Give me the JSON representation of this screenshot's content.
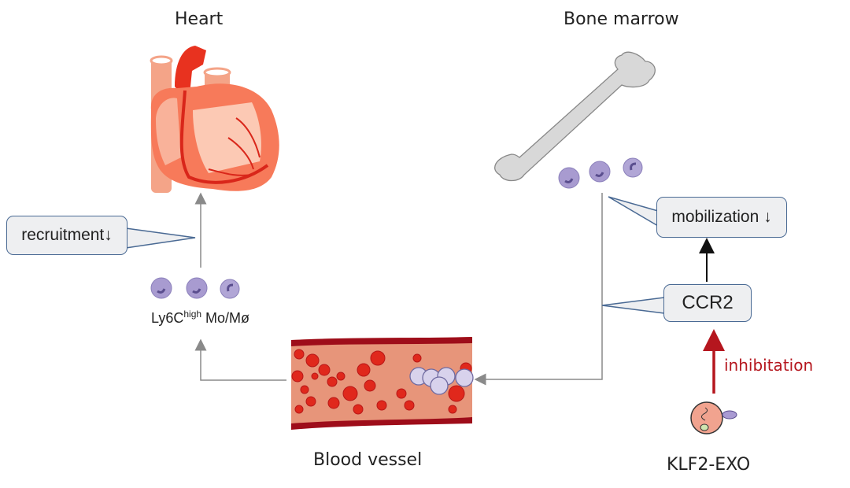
{
  "labels": {
    "heart": "Heart",
    "bone_marrow": "Bone marrow",
    "blood_vessel": "Blood vessel",
    "exosome": "KLF2-EXO",
    "cells_main": "Ly6C",
    "cells_sup": "high",
    "cells_tail": " Mo/Mø"
  },
  "callouts": {
    "recruitment": "recruitment",
    "mobilization": "mobilization",
    "ccr2": "CCR2",
    "down_arrow": "↓"
  },
  "edges": {
    "inhibition_label": "inhibitation"
  },
  "colors": {
    "inhibition": "#b5161e",
    "callout_border": "#4a6a94",
    "callout_fill": "#eeeff1",
    "connector": "#8a8a8a",
    "cell": "#a89bd0"
  }
}
